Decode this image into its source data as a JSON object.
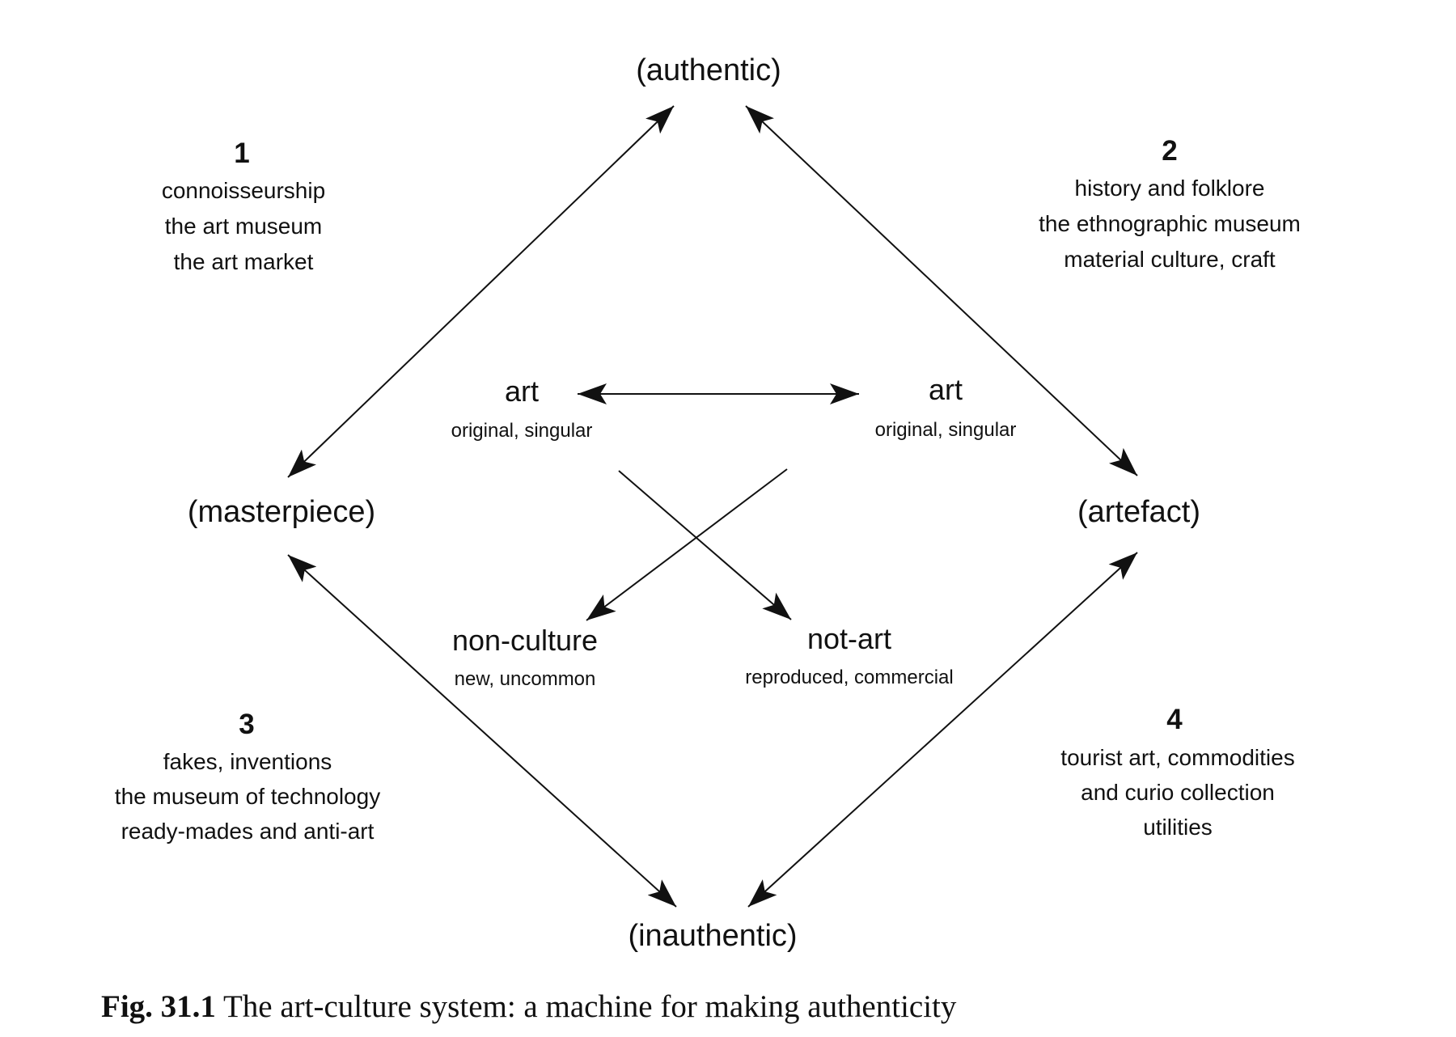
{
  "poles": {
    "top": "(authentic)",
    "left": "(masterpiece)",
    "right": "(artefact)",
    "bottom": "(inauthentic)"
  },
  "terms": {
    "art_left": {
      "title": "art",
      "subtitle": "original, singular"
    },
    "art_right": {
      "title": "art",
      "subtitle": "original, singular"
    },
    "non_culture": {
      "title": "non-culture",
      "subtitle": "new, uncommon"
    },
    "not_art": {
      "title": "not-art",
      "subtitle": "reproduced, commercial"
    }
  },
  "quadrants": [
    {
      "number": "1",
      "lines": [
        "connoisseurship",
        "the art museum",
        "the art market"
      ]
    },
    {
      "number": "2",
      "lines": [
        "history and folklore",
        "the ethnographic museum",
        "material culture, craft"
      ]
    },
    {
      "number": "3",
      "lines": [
        "fakes, inventions",
        "the museum of technology",
        "ready-mades and anti-art"
      ]
    },
    {
      "number": "4",
      "lines": [
        "tourist art, commodities",
        "and curio collection",
        "utilities"
      ]
    }
  ],
  "caption": {
    "label": "Fig. 31.1",
    "text": "The art-culture system: a machine for making authenticity"
  },
  "colors": {
    "ink": "#111111",
    "background": "#ffffff"
  }
}
